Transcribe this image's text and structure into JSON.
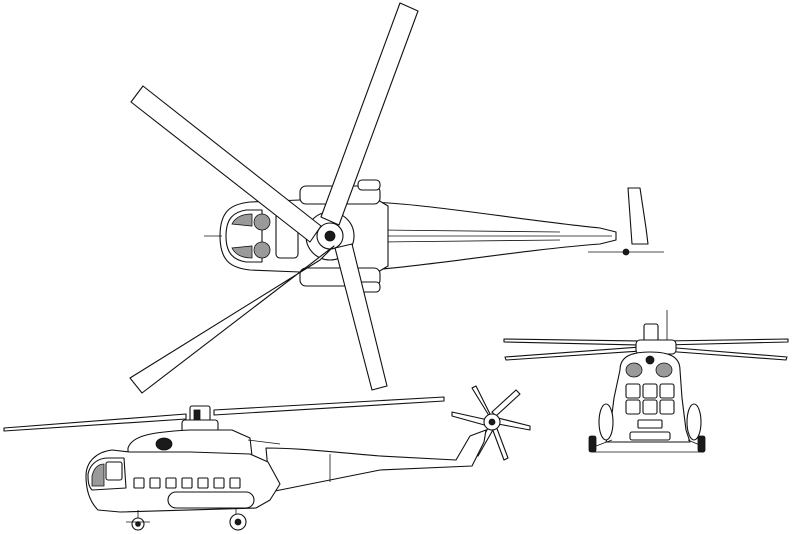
{
  "views": [
    {
      "id": "top-view",
      "view": "top"
    },
    {
      "id": "front-view",
      "view": "front"
    },
    {
      "id": "side-view",
      "view": "side"
    }
  ],
  "colors": {
    "line": "#111111",
    "background": "#ffffff",
    "fill": "#ffffff",
    "shade": "#9a9a9a"
  }
}
